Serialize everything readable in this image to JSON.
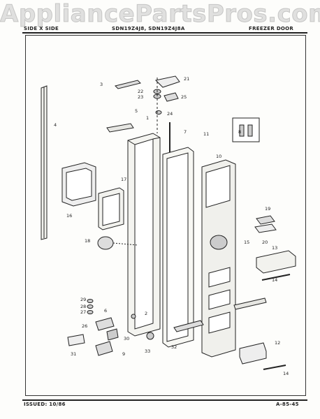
{
  "watermark": "AppliancePartsPros.com",
  "header": {
    "left": "SIDE X SIDE",
    "center": "SDN19Z4J8, SDN19Z4J8A",
    "right": "FREEZER DOOR"
  },
  "footer": {
    "issued": "ISSUED: 10/86",
    "code": "A-85-45"
  },
  "callouts": [
    "1",
    "2",
    "3",
    "4",
    "5",
    "6",
    "7",
    "8",
    "9",
    "10",
    "11",
    "12",
    "13",
    "14",
    "14",
    "15",
    "16",
    "17",
    "18",
    "19",
    "20",
    "21",
    "22",
    "23",
    "24",
    "25",
    "26",
    "27",
    "28",
    "29",
    "30",
    "31",
    "32",
    "33"
  ],
  "colors": {
    "ink": "#222222",
    "paper": "#fdfdfb",
    "watermark": "#c8c8c8"
  }
}
